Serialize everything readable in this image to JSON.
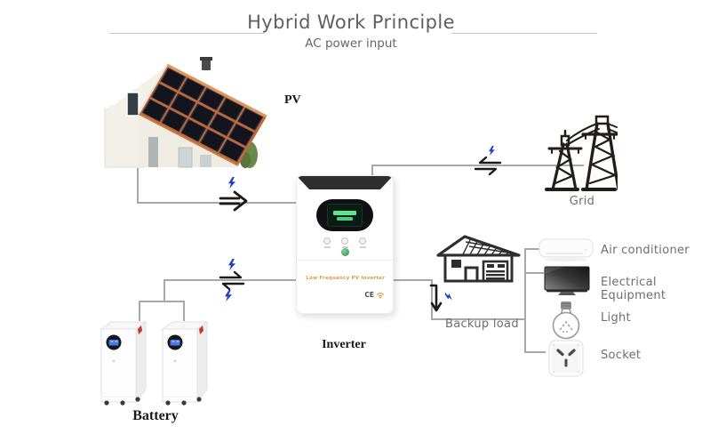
{
  "title": {
    "text": "Hybrid Work Principle",
    "subtitle": "AC power input"
  },
  "nodes": {
    "pv_label": "PV",
    "grid_label": "Grid",
    "inverter_label": "Inverter",
    "battery_label": "Battery",
    "backup_label": "Backup load"
  },
  "inverter_device": {
    "model_text": "Low Frequency PV Inverter",
    "ce_text": "CE"
  },
  "appliances": [
    {
      "label": "Air conditioner"
    },
    {
      "label": "Electrical Equipment"
    },
    {
      "label": "Light"
    },
    {
      "label": "Socket"
    }
  ],
  "icons": [
    "pv-house-image",
    "grid-tower-icon",
    "backup-house-icon",
    "air-conditioner-icon",
    "tv-icon",
    "light-bulb-icon",
    "socket-icon",
    "battery-unit",
    "lightning-icon",
    "right-arrow-icon",
    "bidirectional-arrow-icon",
    "down-arrow-icon",
    "wifi-icon"
  ],
  "colors": {
    "wire_gray": "#a8a8a8",
    "lightning_blue": "#1e3fc0",
    "label_gray": "#6e6e6e",
    "roof_orange": "#c06a38",
    "inverter_text_orange": "#d99d43",
    "lcd_green": "#5fe394"
  }
}
